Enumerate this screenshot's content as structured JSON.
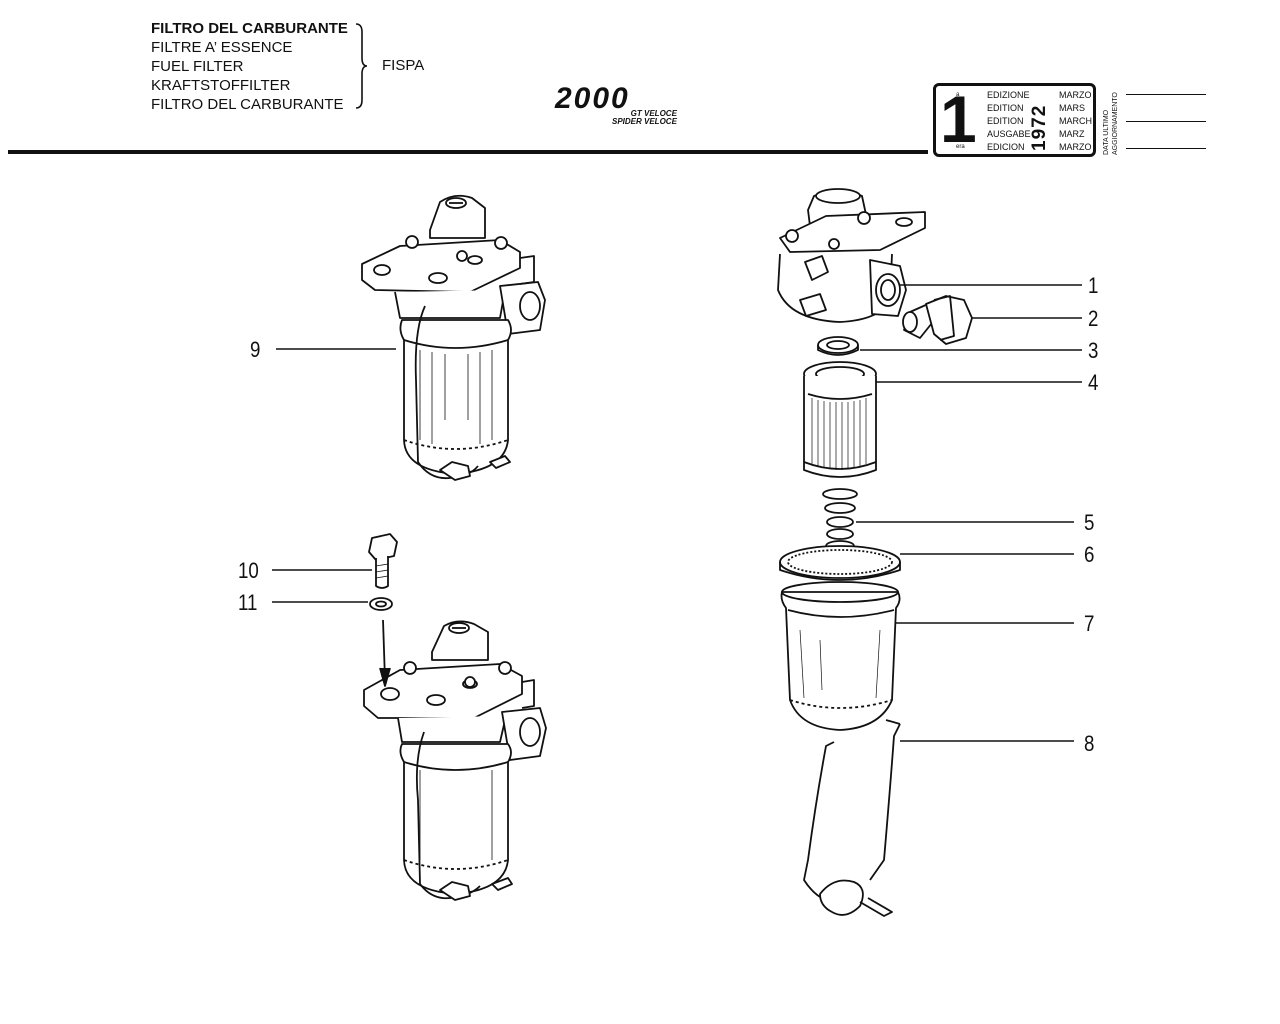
{
  "header": {
    "titles": [
      "FILTRO DEL CARBURANTE",
      "FILTRE A’ ESSENCE",
      "FUEL FILTER",
      "KRAFTSTOFFILTER",
      "FILTRO DEL CARBURANTE"
    ],
    "maker": "FISPA",
    "model": "2000",
    "model_variants": [
      "GT VELOCE",
      "SPIDER VELOCE"
    ]
  },
  "edition": {
    "number": "1",
    "superscripts": [
      "a",
      "ere",
      "st",
      ".",
      "era"
    ],
    "words": [
      "EDIZIONE",
      "EDITION",
      "EDITION",
      "AUSGABE",
      "EDICION"
    ],
    "year": "1972",
    "months": [
      "MARZO",
      "MARS",
      "MARCH",
      "MARZ",
      "MARZO"
    ],
    "update_label_1": "DATA ULTIMO",
    "update_label_2": "AGGIORNAMENTO"
  },
  "callouts": {
    "c1": "1",
    "c2": "2",
    "c3": "3",
    "c4": "4",
    "c5": "5",
    "c6": "6",
    "c7": "7",
    "c8": "8",
    "c9": "9",
    "c10": "10",
    "c11": "11"
  }
}
